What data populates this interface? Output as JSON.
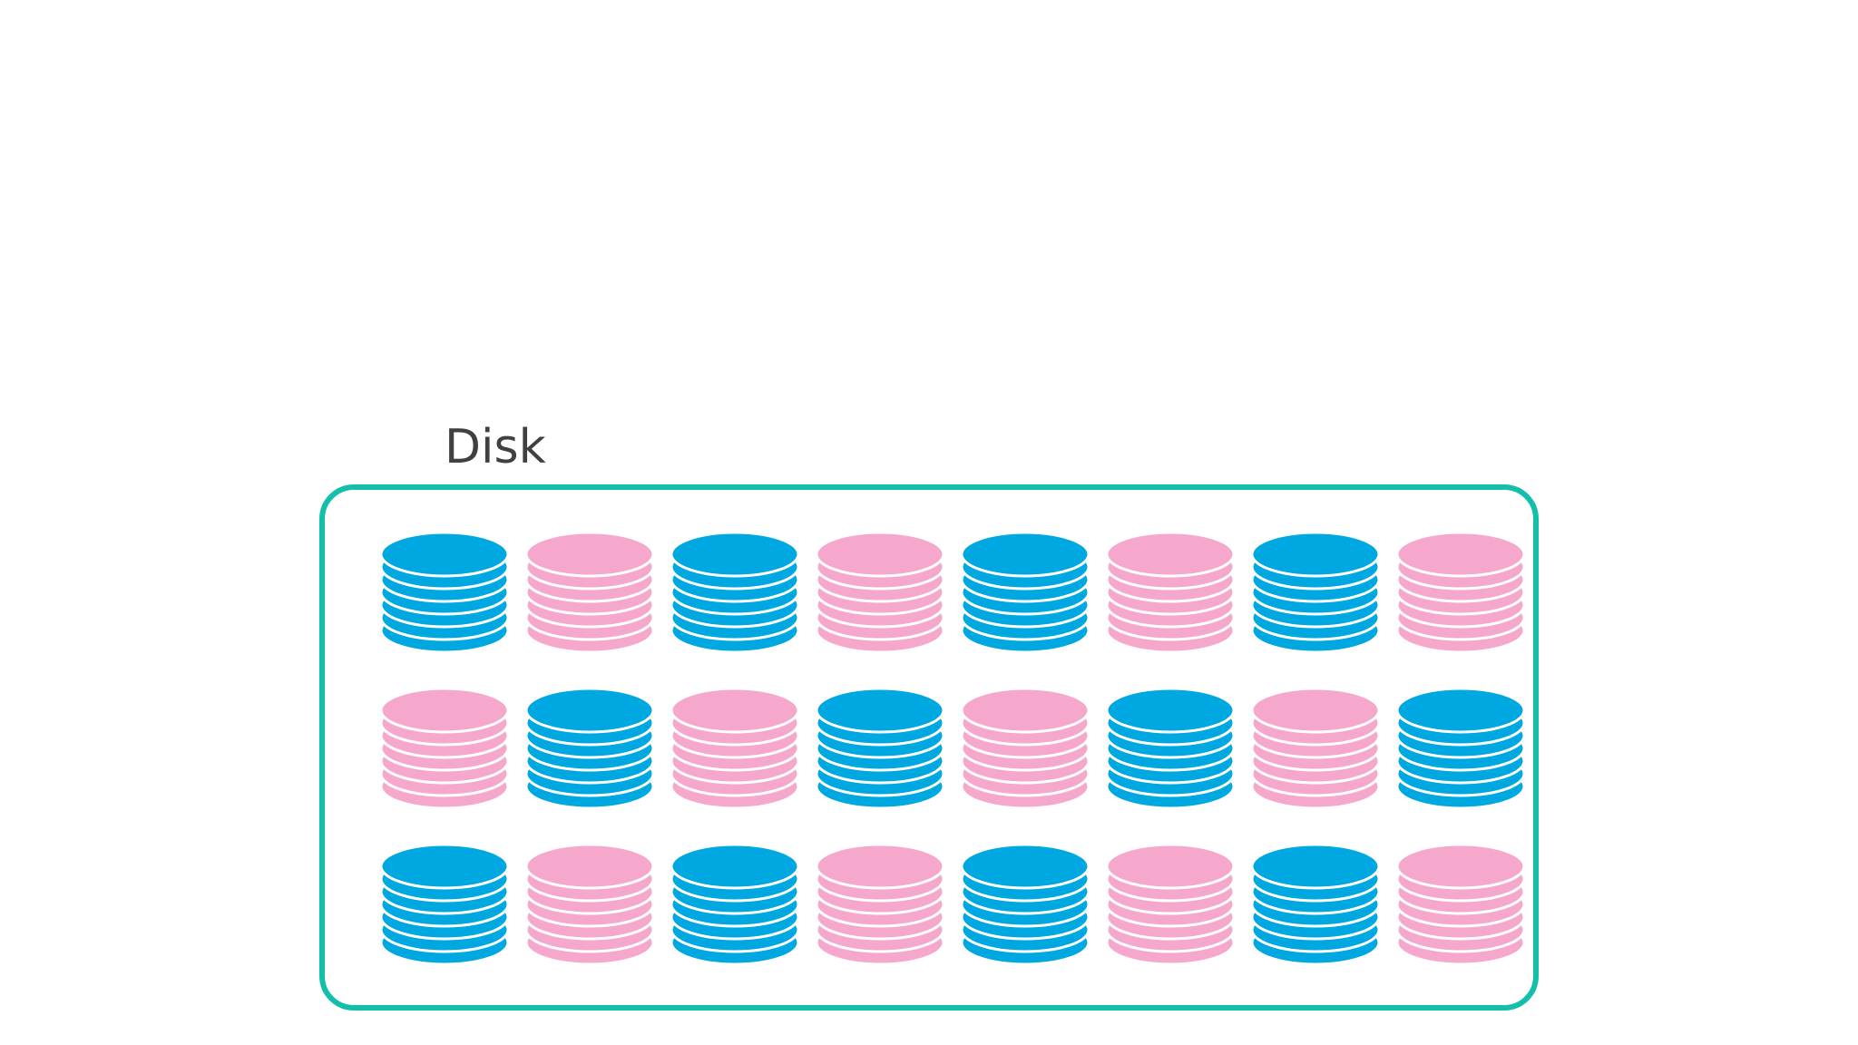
{
  "label": "Disk",
  "colors": {
    "frame": "#14bfaa",
    "label_text": "#404040",
    "blue": "#00a8e2",
    "pink": "#f5a8cb",
    "disk_edge": "#ffffff"
  },
  "grid": {
    "rows": [
      [
        "blue",
        "pink",
        "blue",
        "pink",
        "blue",
        "pink",
        "blue",
        "pink"
      ],
      [
        "pink",
        "blue",
        "pink",
        "blue",
        "pink",
        "blue",
        "pink",
        "blue"
      ],
      [
        "blue",
        "pink",
        "blue",
        "pink",
        "blue",
        "pink",
        "blue",
        "pink"
      ]
    ],
    "platters_per_stack": 6
  }
}
